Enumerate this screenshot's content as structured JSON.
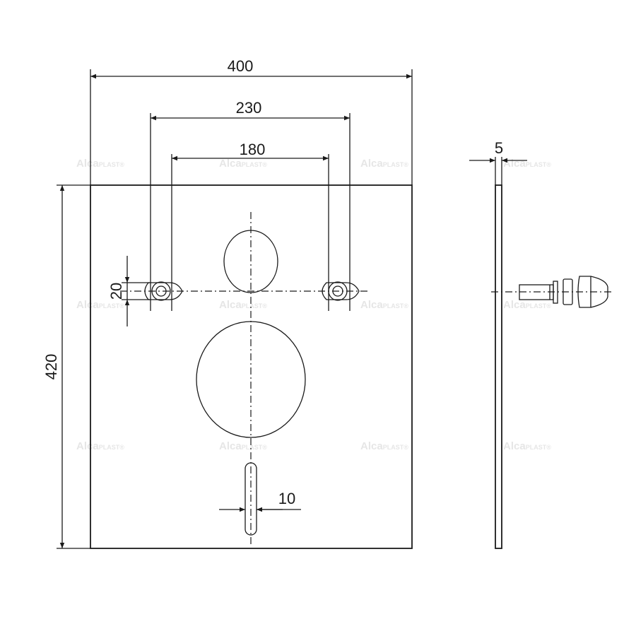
{
  "drawing": {
    "dimensions": {
      "width_overall": "400",
      "hole_spacing_outer": "230",
      "hole_spacing_inner": "180",
      "height_overall": "420",
      "fixing_hole_height": "20",
      "slot_width": "10",
      "thickness": "5"
    },
    "watermark": {
      "brand": "Alca",
      "sub": "PLAST",
      "mark": "®"
    }
  }
}
